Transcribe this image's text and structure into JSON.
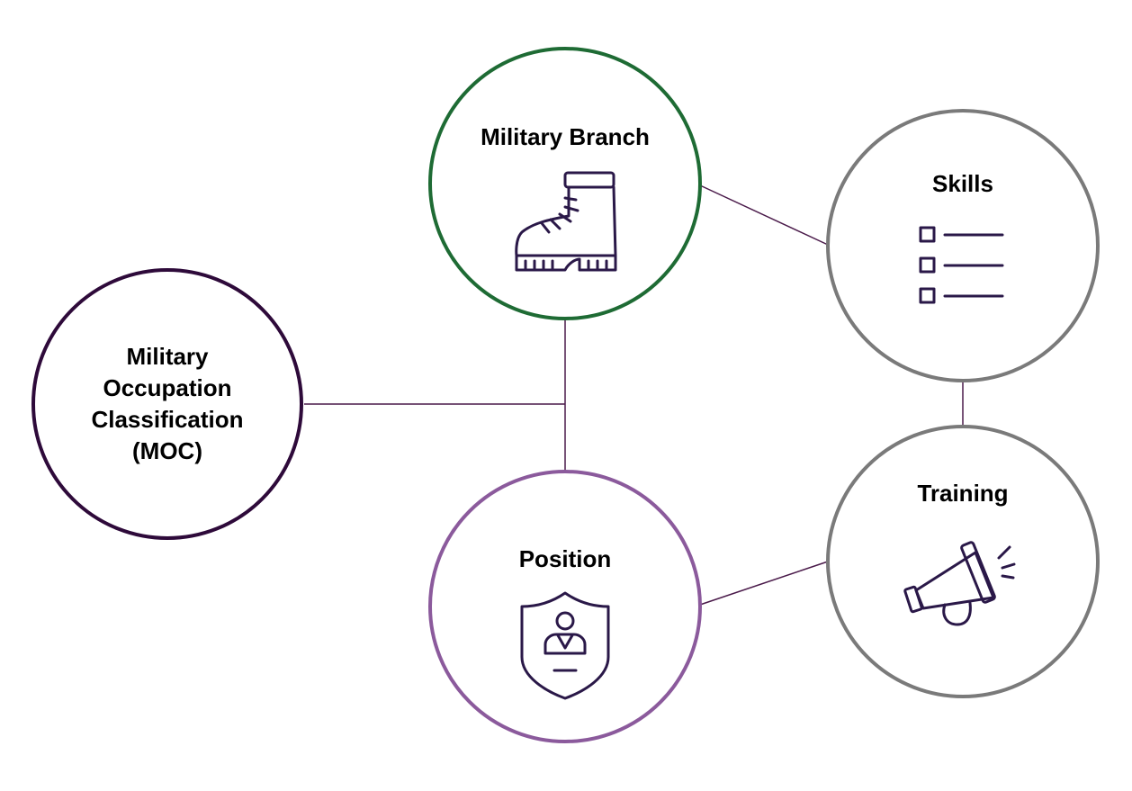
{
  "colors": {
    "connector": "#4a1a4a",
    "icon": "#2a1848",
    "moc_ring": "#2e0a3a",
    "branch_ring": "#1e6b34",
    "position_ring": "#8b5a9c",
    "skills_ring": "#7a7a7a",
    "training_ring": "#7a7a7a"
  },
  "nodes": {
    "moc": {
      "lines": [
        "Military",
        "Occupation",
        "Classification",
        "(MOC)"
      ]
    },
    "branch": {
      "label": "Military Branch",
      "icon": "boot-icon"
    },
    "skills": {
      "label": "Skills",
      "icon": "checklist-icon"
    },
    "position": {
      "label": "Position",
      "icon": "shield-person-icon"
    },
    "training": {
      "label": "Training",
      "icon": "megaphone-icon"
    }
  }
}
